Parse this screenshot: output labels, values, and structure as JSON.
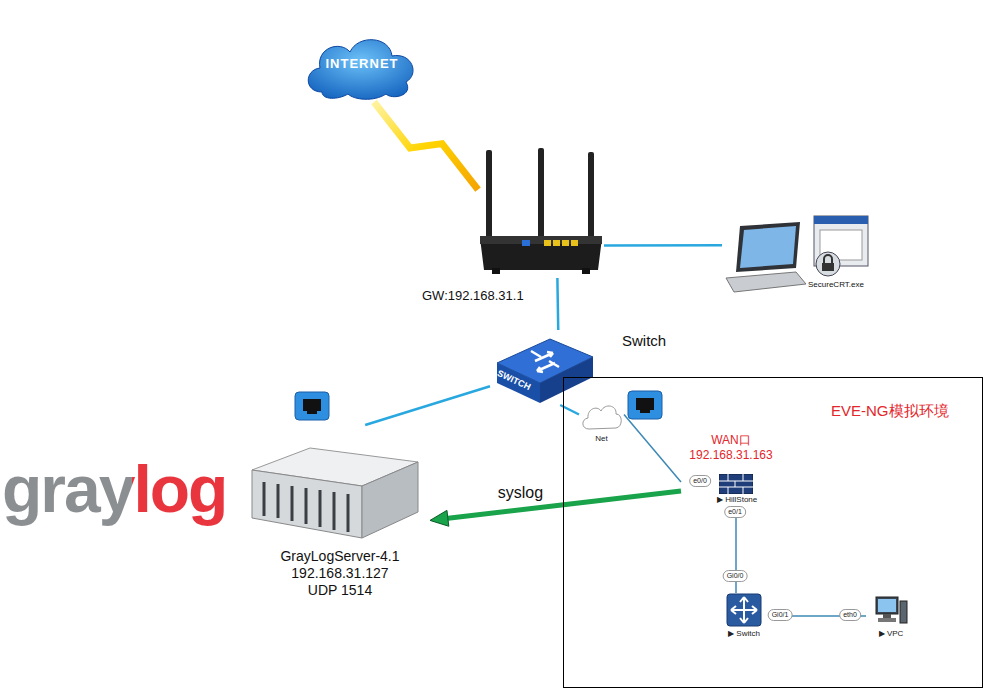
{
  "diagram": {
    "nodes": [
      {
        "text": [
          "INTERNET"
        ]
      },
      {
        "text": [
          "GW:192.168.31.1"
        ]
      },
      {
        "text": [
          "SecureCRT.exe"
        ]
      },
      {
        "text": [
          "SWITCH",
          "Switch"
        ]
      },
      {
        "text": [
          "GrayLogServer-4.1",
          "192.168.31.127",
          "UDP 1514"
        ]
      },
      {
        "text": [
          "EVE-NG模拟环境"
        ]
      },
      {
        "text": [
          "Net"
        ],
        "in": 5
      },
      {
        "text": [
          "WAN口",
          "192.168.31.163",
          "▶ HillStone"
        ],
        "in": 5
      },
      {
        "text": [
          "▶ Switch"
        ],
        "in": 5
      },
      {
        "text": [
          "▶ VPC"
        ],
        "in": 5
      }
    ],
    "edges": [
      {
        "from": 0,
        "to": 1,
        "arrow": "none"
      },
      {
        "from": 1,
        "to": 2,
        "arrow": "none"
      },
      {
        "from": 1,
        "to": 3,
        "arrow": "none"
      },
      {
        "from": 3,
        "to": 4,
        "arrow": "none"
      },
      {
        "from": 3,
        "to": 6,
        "arrow": "none"
      },
      {
        "from": 6,
        "to": 7,
        "arrow": "none"
      },
      {
        "from": 7,
        "to": 8,
        "arrow": "none"
      },
      {
        "from": 8,
        "to": 9,
        "arrow": "none"
      },
      {
        "from": 7,
        "to": 4,
        "label": "syslog",
        "arrow": "to"
      }
    ],
    "labels": [
      "graylog",
      "e0/0",
      "e0/1",
      "Gi0/0",
      "Gi0/1",
      "eth0"
    ]
  }
}
